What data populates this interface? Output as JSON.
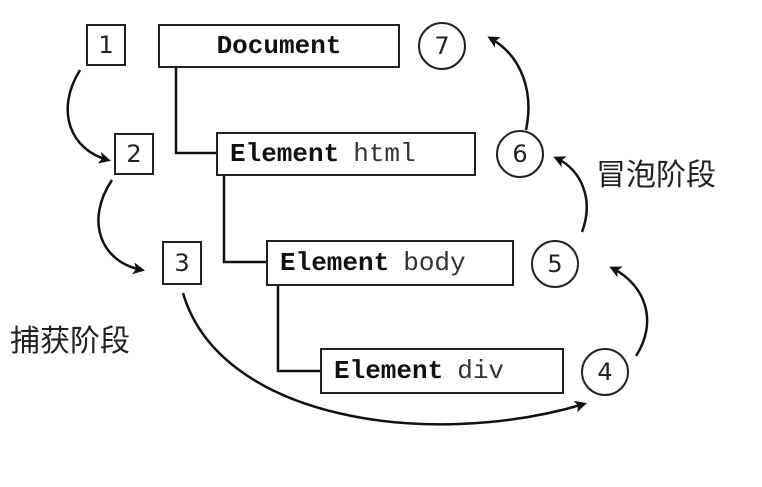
{
  "nodes": {
    "document": {
      "keyword": "Document"
    },
    "html": {
      "keyword": "Element",
      "tag": "html"
    },
    "body": {
      "keyword": "Element",
      "tag": "body"
    },
    "div": {
      "keyword": "Element",
      "tag": "div"
    }
  },
  "capture_steps": [
    "1",
    "2",
    "3"
  ],
  "bubble_steps": [
    "4",
    "5",
    "6",
    "7"
  ],
  "phases": {
    "capture": "捕获阶段",
    "bubble": "冒泡阶段"
  }
}
